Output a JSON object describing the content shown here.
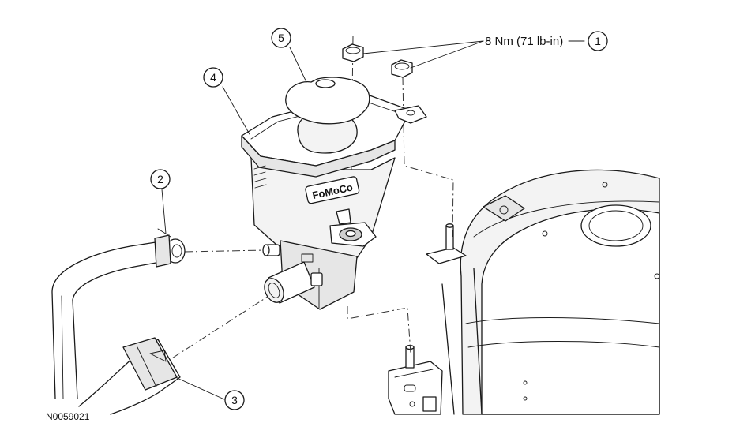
{
  "figure": {
    "id": "N0059021"
  },
  "callouts": [
    {
      "number": "1",
      "text": "8 Nm (71 lb-in)"
    },
    {
      "number": "2"
    },
    {
      "number": "3"
    },
    {
      "number": "4"
    },
    {
      "number": "5"
    }
  ],
  "embossed_logo": "FoMoCo"
}
